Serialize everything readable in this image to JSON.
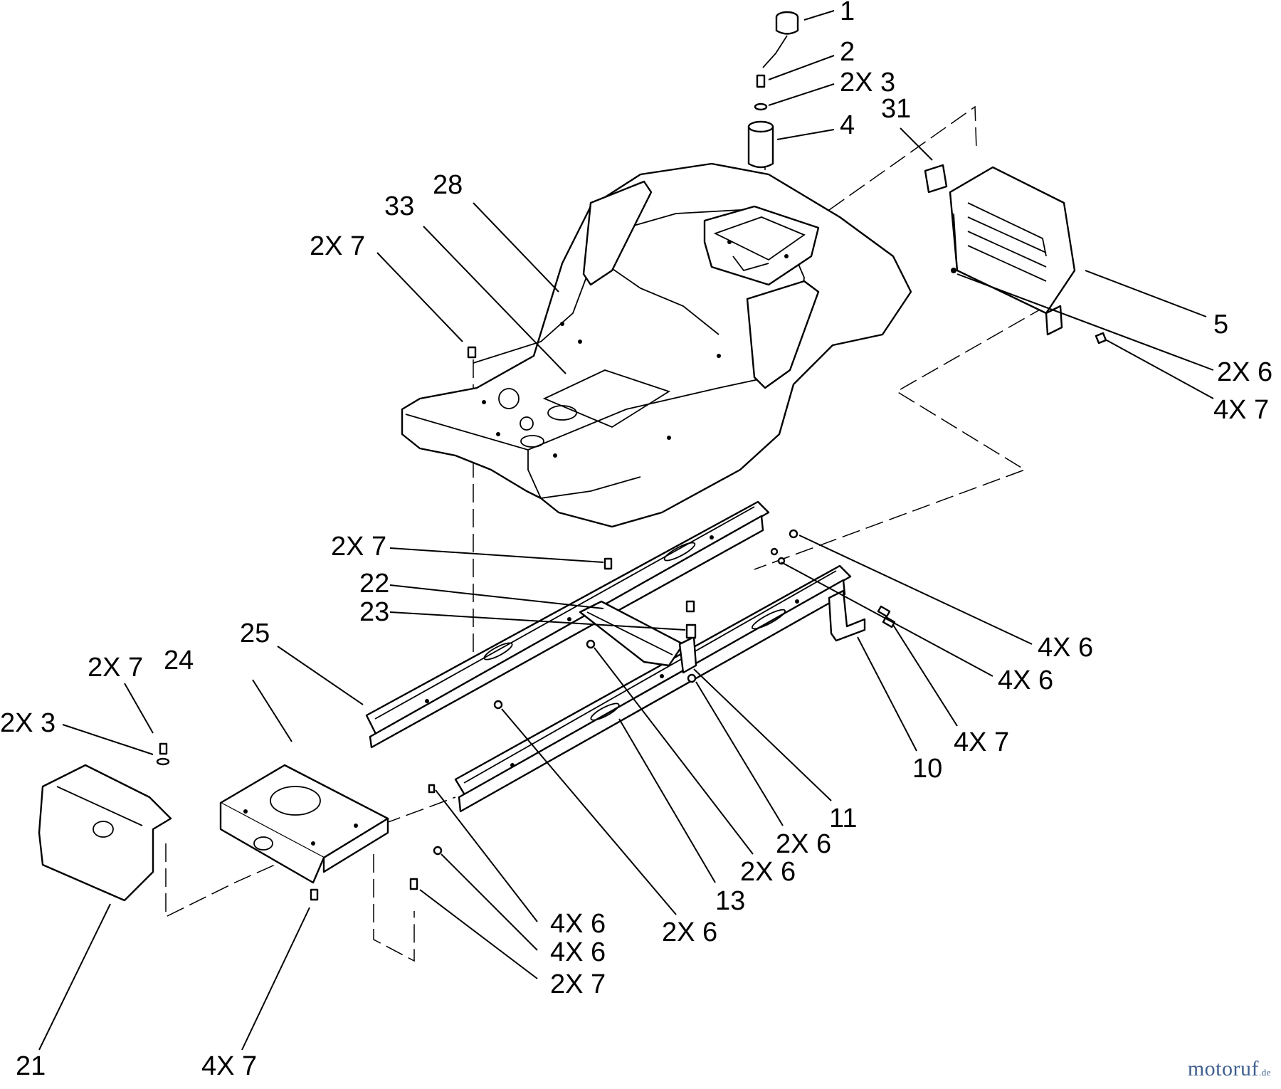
{
  "diagram": {
    "callouts": [
      {
        "id": "c1",
        "text": "1"
      },
      {
        "id": "c2",
        "text": "2"
      },
      {
        "id": "c3",
        "text": "2X 3"
      },
      {
        "id": "c4",
        "text": "4"
      },
      {
        "id": "c31",
        "text": "31"
      },
      {
        "id": "c28",
        "text": "28"
      },
      {
        "id": "c33",
        "text": "33"
      },
      {
        "id": "c7a",
        "text": "2X 7"
      },
      {
        "id": "c5",
        "text": "5"
      },
      {
        "id": "c6a",
        "text": "2X 6"
      },
      {
        "id": "c7b",
        "text": "4X 7"
      },
      {
        "id": "c7c",
        "text": "2X 7"
      },
      {
        "id": "c22",
        "text": "22"
      },
      {
        "id": "c23",
        "text": "23"
      },
      {
        "id": "c25",
        "text": "25"
      },
      {
        "id": "c6b",
        "text": "4X 6"
      },
      {
        "id": "c6c",
        "text": "4X 6"
      },
      {
        "id": "c7d",
        "text": "4X 7"
      },
      {
        "id": "c10",
        "text": "10"
      },
      {
        "id": "c11",
        "text": "11"
      },
      {
        "id": "c6d",
        "text": "2X 6"
      },
      {
        "id": "c6e",
        "text": "2X 6"
      },
      {
        "id": "c13",
        "text": "13"
      },
      {
        "id": "c6f",
        "text": "2X 6"
      },
      {
        "id": "c24",
        "text": "24"
      },
      {
        "id": "c7e",
        "text": "2X 7"
      },
      {
        "id": "c3b",
        "text": "2X 3"
      },
      {
        "id": "c6g",
        "text": "4X 6"
      },
      {
        "id": "c6h",
        "text": "4X 6"
      },
      {
        "id": "c7f",
        "text": "2X 7"
      },
      {
        "id": "c21",
        "text": "21"
      },
      {
        "id": "c7g",
        "text": "4X 7"
      }
    ]
  },
  "watermark": {
    "brand": "motoruf",
    "suffix": ".de",
    "color": "#3f5f8f"
  }
}
